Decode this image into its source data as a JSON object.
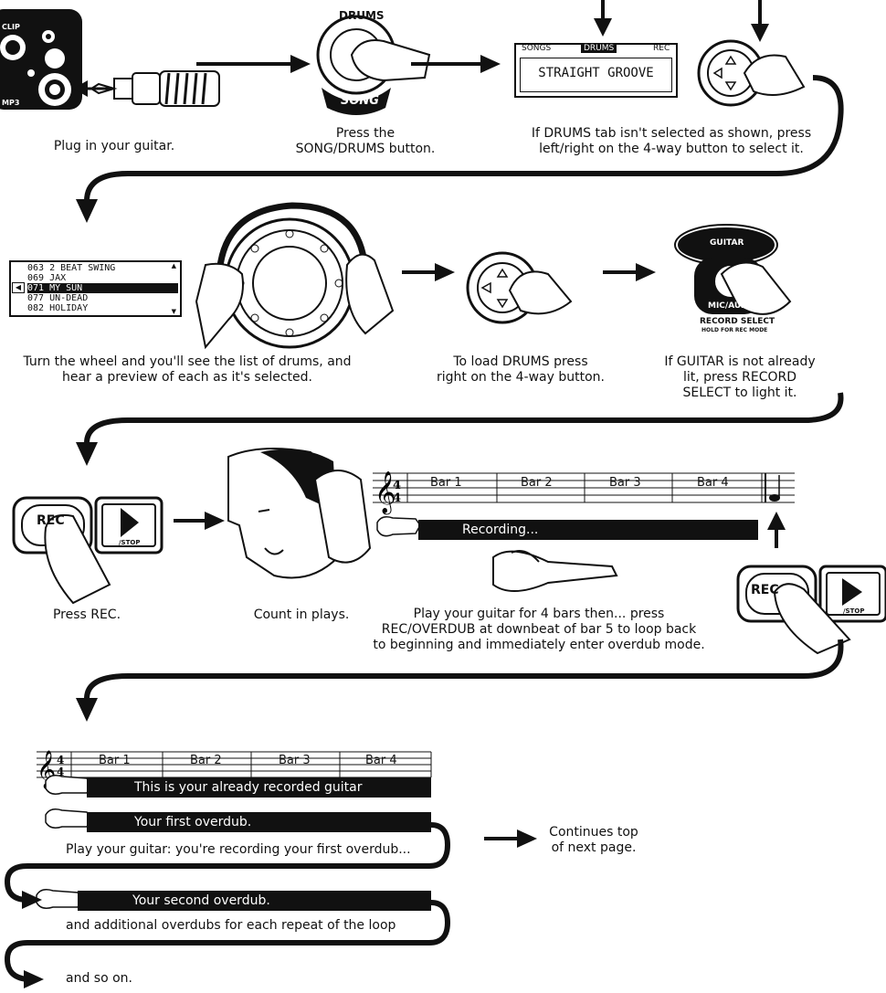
{
  "step1": {
    "caption": [
      "Plug in your guitar."
    ],
    "jack_labels": {
      "clip": "CLIP",
      "mp3": "MP3"
    }
  },
  "step2": {
    "caption": [
      "Press the",
      "SONG/DRUMS button."
    ],
    "top_label": "DRUMS",
    "bottom_label": "SONG"
  },
  "step3": {
    "tabs": {
      "songs": "SONGS",
      "drums": "DRUMS",
      "rec": "REC"
    },
    "display": "STRAIGHT GROOVE",
    "caption": [
      "If DRUMS tab isn't selected as shown, press",
      "left/right on the 4-way button to select it."
    ]
  },
  "step4": {
    "list": [
      "063 2 BEAT SWING",
      "069 JAX",
      "071 MY SUN",
      "077 UN-DEAD",
      "082 HOLIDAY"
    ],
    "selected_index": 2,
    "caption": [
      "Turn the wheel and you'll see the list of drums, and",
      "hear a preview of each as it's selected."
    ]
  },
  "step5": {
    "caption": [
      "To load DRUMS press",
      "right on the 4-way button."
    ]
  },
  "step6": {
    "guitar_label": "GUITAR",
    "mic_label": "MIC/AUX",
    "rs_label": "RECORD SELECT",
    "rs_sub": "HOLD FOR REC MODE",
    "caption": [
      "If GUITAR is not already",
      "lit, press RECORD",
      "SELECT to light it."
    ]
  },
  "step7": {
    "caption": [
      "Press REC."
    ],
    "rec_label": "REC",
    "stop_label": "/STOP"
  },
  "step8": {
    "caption": [
      "Count in plays."
    ]
  },
  "step9": {
    "bars": [
      "Bar 1",
      "Bar 2",
      "Bar 3",
      "Bar 4"
    ],
    "recording_label": "Recording...",
    "caption": [
      "Play your guitar for 4 bars then... press",
      "REC/OVERDUB at downbeat of bar 5 to loop back",
      "to beginning and immediately enter overdub mode."
    ]
  },
  "step10": {
    "bars": [
      "Bar 1",
      "Bar 2",
      "Bar 3",
      "Bar 4"
    ],
    "tracks": [
      "This is your already recorded guitar",
      "Your first overdub.",
      "Your second overdub."
    ],
    "lines": [
      "Play your guitar: you're recording your first overdub...",
      "and additional overdubs for each repeat of the loop",
      "and so on."
    ],
    "continues": [
      "Continues top",
      "of next page."
    ]
  }
}
